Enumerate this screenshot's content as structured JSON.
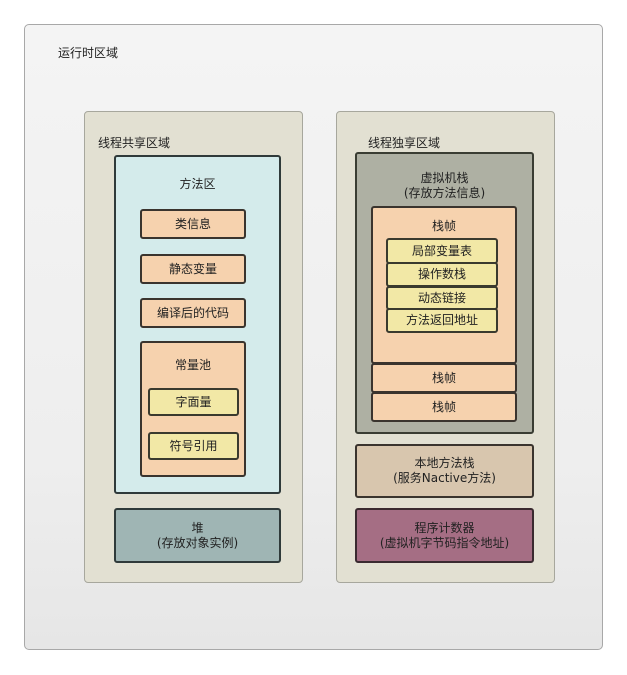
{
  "runtime_area": {
    "title": "运行时区域"
  },
  "thread_shared": {
    "title": "线程共享区域",
    "method_area": {
      "title": "方法区",
      "class_info": "类信息",
      "static_vars": "静态变量",
      "compiled_code": "编译后的代码",
      "constant_pool": {
        "title": "常量池",
        "literal": "字面量",
        "symbolic_ref": "符号引用"
      }
    },
    "heap": {
      "title": "堆",
      "subtitle": "(存放对象实例)"
    }
  },
  "thread_private": {
    "title": "线程独享区域",
    "vm_stack": {
      "title": "虚拟机栈",
      "subtitle": "(存放方法信息)",
      "frame": {
        "title": "栈帧",
        "local_vars": "局部变量表",
        "operand_stack": "操作数栈",
        "dynamic_link": "动态链接",
        "return_addr": "方法返回地址"
      },
      "frame_2": "栈帧",
      "frame_3": "栈帧"
    },
    "native_stack": {
      "title": "本地方法栈",
      "subtitle": "(服务Nactive方法)"
    },
    "pc_register": {
      "title": "程序计数器",
      "subtitle": "(虚拟机字节码指令地址)"
    }
  }
}
